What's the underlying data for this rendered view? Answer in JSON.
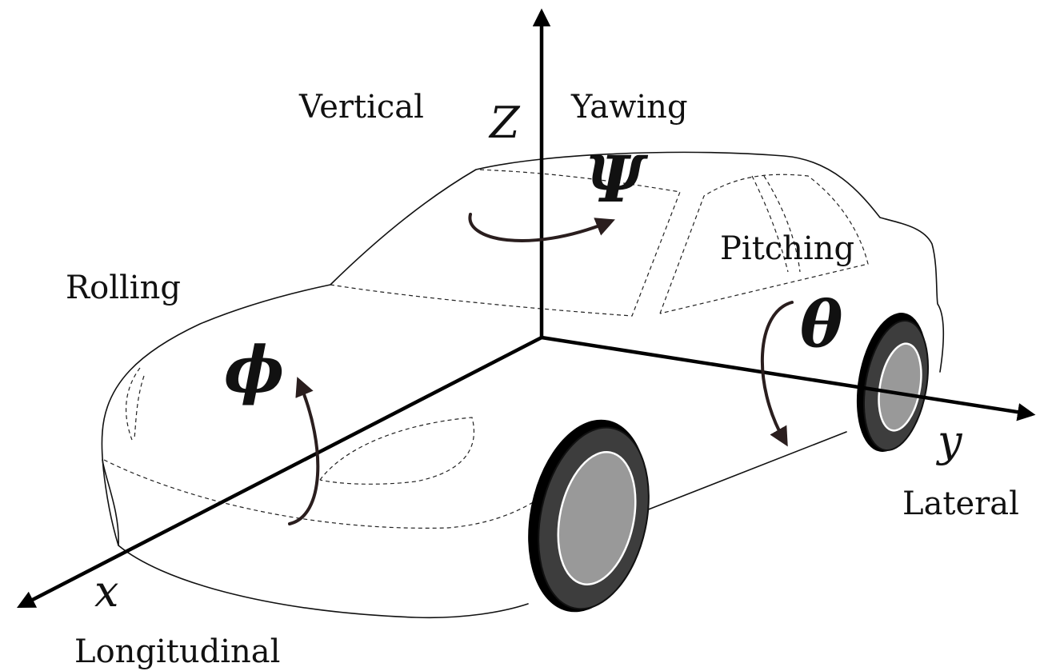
{
  "labels": {
    "vertical": "Vertical",
    "yawing": "Yawing",
    "rolling": "Rolling",
    "pitching": "Pitching",
    "lateral": "Lateral",
    "longitudinal": "Longitudinal"
  },
  "axes": {
    "z": "Z",
    "y": "y",
    "x": "x"
  },
  "angles": {
    "yaw": "Ψ",
    "roll": "ϕ",
    "pitch": "θ"
  },
  "colors": {
    "ink": "#111111",
    "tire": "#3d3d3d",
    "rim": "#999999",
    "rotation_arrow": "#2a1e1e"
  }
}
